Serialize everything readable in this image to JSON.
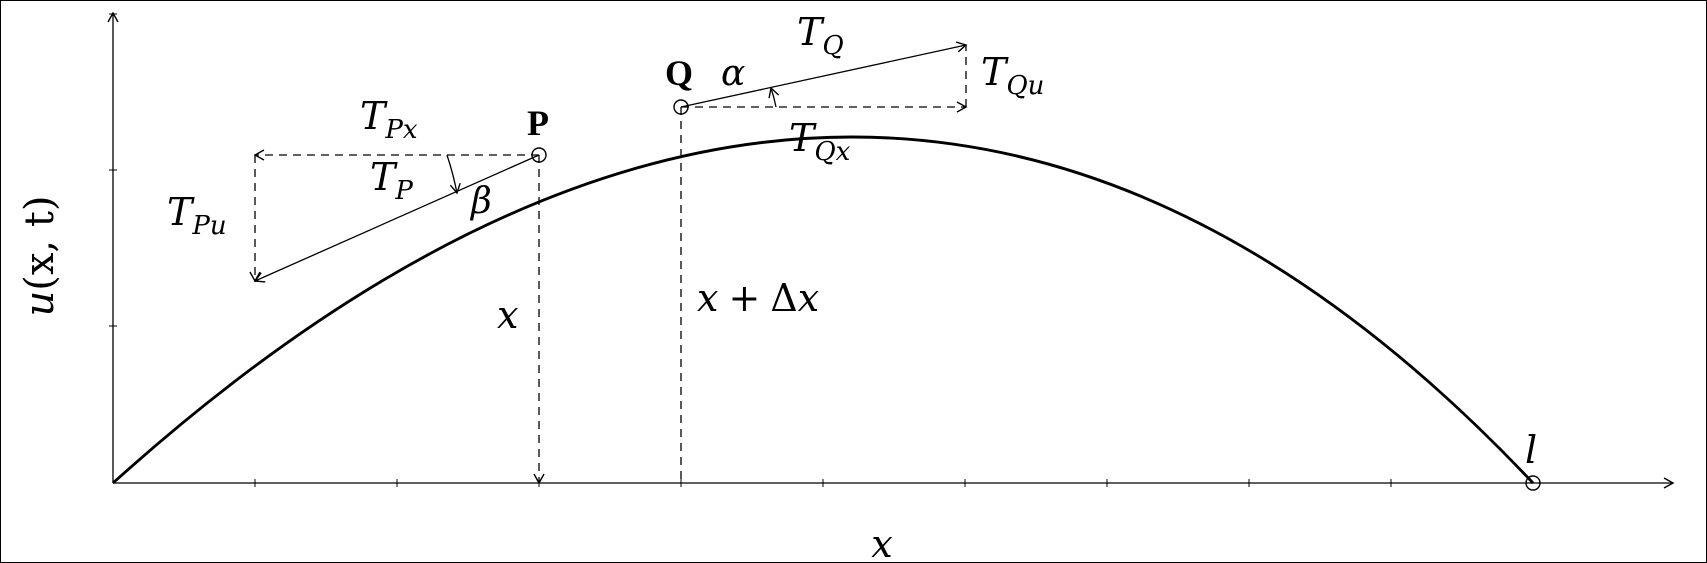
{
  "figure": {
    "axes": {
      "y_label_fn": "u",
      "y_label_args": "(x, t)",
      "x_label": "x"
    },
    "points": {
      "p": "P",
      "q": "Q",
      "l": "l"
    },
    "forces": {
      "tp_main": "T",
      "tp_sub": "P",
      "tpx_main": "T",
      "tpx_sub": "Px",
      "tpu_main": "T",
      "tpu_sub": "Pu",
      "tq_main": "T",
      "tq_sub": "Q",
      "tqx_main": "T",
      "tqx_sub": "Qx",
      "tqu_main": "T",
      "tqu_sub": "Qu"
    },
    "angles": {
      "alpha": "α",
      "beta": "β"
    },
    "positions": {
      "x_label": "x",
      "xdx_label_var": "x",
      "xdx_label_op": "+",
      "xdx_label_delta": "Δ",
      "xdx_label_var2": "x"
    },
    "colors": {
      "stroke": "#000000",
      "background": "#ffffff"
    }
  }
}
